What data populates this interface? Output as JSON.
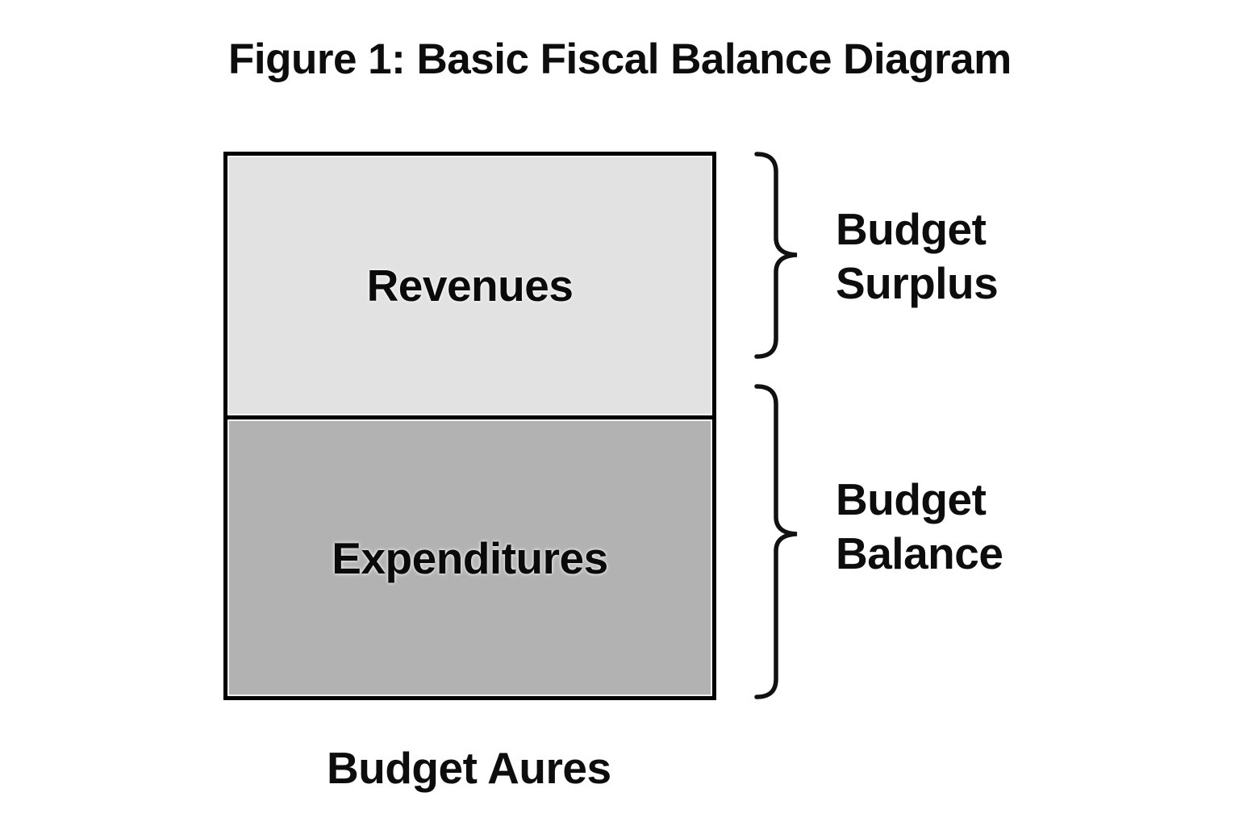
{
  "title": "Figure 1: Basic Fiscal Balance Diagram",
  "diagram": {
    "boxes": [
      {
        "label": "Revenues",
        "fill": "#e2e2e2"
      },
      {
        "label": "Expenditures",
        "fill": "#b2b2b2"
      }
    ],
    "border_color": "#000000",
    "annotations": [
      {
        "line1": "Budget",
        "line2": "Surplus"
      },
      {
        "line1": "Budget",
        "line2": "Balance"
      }
    ],
    "bottom_label": "Budget Aures"
  }
}
